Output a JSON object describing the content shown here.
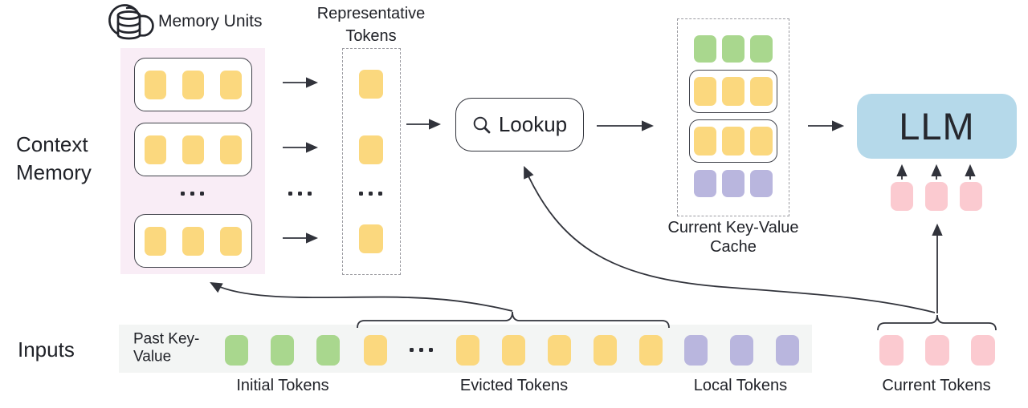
{
  "palette": {
    "yellow": "#FBD87E",
    "green": "#A9D78E",
    "purple": "#B9B6DE",
    "pink": "#FBCAD0",
    "llm_blue": "#B5D9EA",
    "memory_bg": "#F9EDF6",
    "strip_bg": "#F3F5F4",
    "line": "#31333B",
    "text": "#202228",
    "box_border": "#41434B",
    "dash": "#9B9BA1"
  },
  "labels": {
    "memory_units": "Memory Units",
    "representative_tokens": "Representative Tokens",
    "context_memory": "Context Memory",
    "lookup": "Lookup",
    "current_kv_cache": "Current Key-Value Cache",
    "llm": "LLM",
    "inputs": "Inputs",
    "past_key_value": "Past Key-Value",
    "initial_tokens": "Initial Tokens",
    "evicted_tokens": "Evicted Tokens",
    "local_tokens": "Local Tokens",
    "current_tokens": "Current Tokens",
    "ellipsis": "..."
  },
  "token_groups": {
    "memory_row": {
      "count": 3,
      "color": "yellow"
    },
    "rep_single": {
      "count": 1,
      "color": "yellow"
    },
    "cache_initial": {
      "count": 3,
      "color": "green"
    },
    "cache_unit": {
      "count": 3,
      "color": "yellow"
    },
    "cache_local": {
      "count": 3,
      "color": "purple"
    },
    "llm_current_inputs": {
      "count": 3,
      "color": "pink"
    },
    "strip_initial": {
      "count": 3,
      "color": "green"
    },
    "strip_evicted_head": {
      "count": 1,
      "color": "yellow"
    },
    "strip_evicted_tail": {
      "count": 5,
      "color": "yellow"
    },
    "strip_local": {
      "count": 3,
      "color": "purple"
    },
    "current_tokens": {
      "count": 3,
      "color": "pink"
    }
  }
}
